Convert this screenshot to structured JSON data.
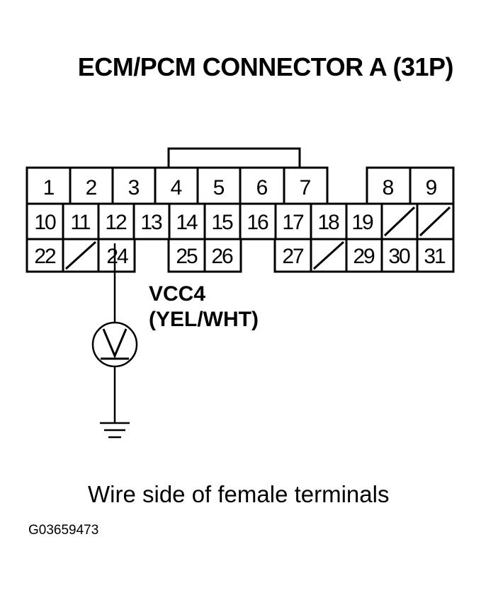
{
  "title": "ECM/PCM CONNECTOR A (31P)",
  "signal": {
    "name": "VCC4",
    "wire_color": "(YEL/WHT)"
  },
  "caption": "Wire side of female terminals",
  "figure_code": "G03659473",
  "connector": {
    "row1": [
      "1",
      "2",
      "3",
      "4",
      "5",
      "6",
      "7",
      "",
      "8",
      "9"
    ],
    "row2": [
      "10",
      "11",
      "12",
      "13",
      "14",
      "15",
      "16",
      "17",
      "18",
      "19",
      "/",
      "/"
    ],
    "row3": [
      "22",
      "/",
      "24",
      "",
      "25",
      "26",
      "",
      "27",
      "/",
      "29",
      "30",
      "31"
    ],
    "probe_pin": "24",
    "meter_icon": "voltmeter-icon",
    "ground_icon": "ground-icon"
  }
}
